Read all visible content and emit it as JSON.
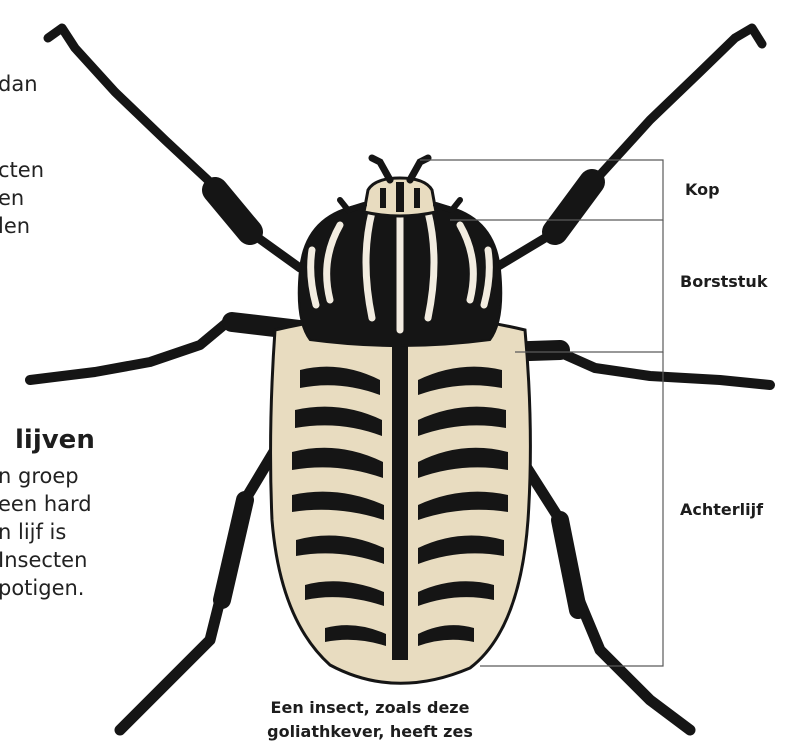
{
  "intro_text": {
    "line1": "dan",
    "line2": "cten",
    "line3": "en",
    "line4": "len"
  },
  "section": {
    "heading": "lijven",
    "lines": [
      "n groep",
      "een hard",
      "n lijf is",
      "Insecten",
      "potigen."
    ]
  },
  "parts": {
    "head": "Kop",
    "thorax": "Borststuk",
    "abdomen": "Achterlijf"
  },
  "caption": {
    "line1": "Een insect, zoals deze",
    "line2": "goliathkever, heeft zes"
  },
  "colors": {
    "beetle_black": "#151515",
    "beetle_cream": "#e8dcc0",
    "leader_line": "#5a5a5a"
  }
}
